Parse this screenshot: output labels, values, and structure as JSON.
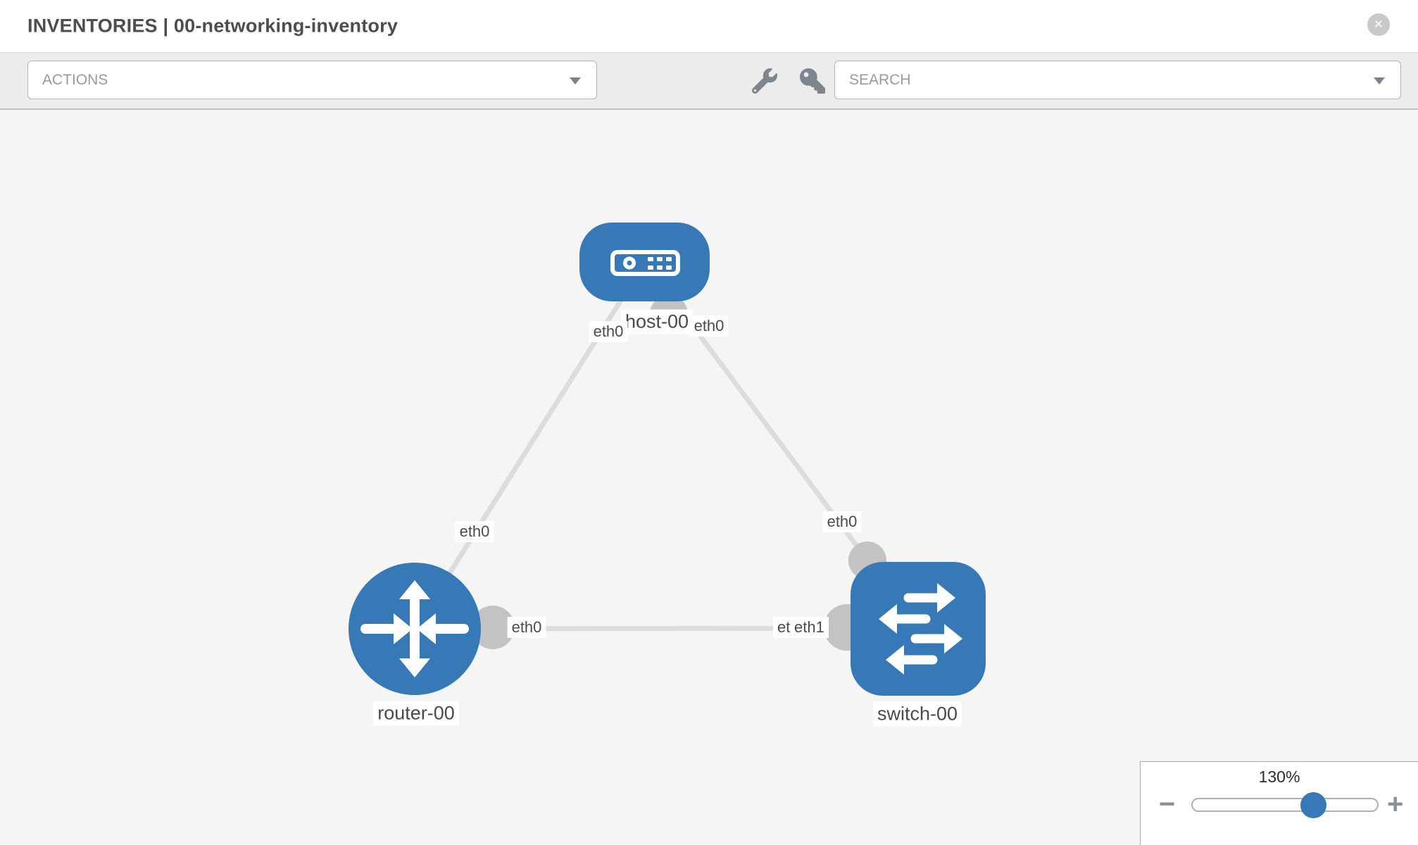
{
  "header": {
    "title": "INVENTORIES | 00-networking-inventory",
    "close_icon": "x-circle-icon",
    "close_glyph": "✕"
  },
  "toolbar": {
    "actions_label": "ACTIONS",
    "search_label": "SEARCH",
    "icons": [
      "wrench-icon",
      "key-icon"
    ]
  },
  "topology": {
    "nodes": [
      {
        "id": "host-00",
        "label": "host-00",
        "type": "host"
      },
      {
        "id": "router-00",
        "label": "router-00",
        "type": "router"
      },
      {
        "id": "switch-00",
        "label": "switch-00",
        "type": "switch"
      }
    ],
    "links": [
      {
        "from": "host-00",
        "to": "router-00",
        "from_interface": "eth0",
        "to_interface": "eth0"
      },
      {
        "from": "host-00",
        "to": "switch-00",
        "from_interface": "eth0",
        "to_interface": "eth0"
      },
      {
        "from": "router-00",
        "to": "switch-00",
        "from_interface": "eth0",
        "to_interface": "eth1"
      }
    ],
    "overlapping_labels": {
      "behind": "eth0",
      "front": "eth1"
    },
    "colors": {
      "node_blue": "#3778b7",
      "link_gray": "#dcdcdc",
      "endpoint_gray": "#c3c3c3"
    }
  },
  "zoom_control": {
    "level": "130%",
    "minus_glyph": "−",
    "plus_glyph": "+"
  }
}
